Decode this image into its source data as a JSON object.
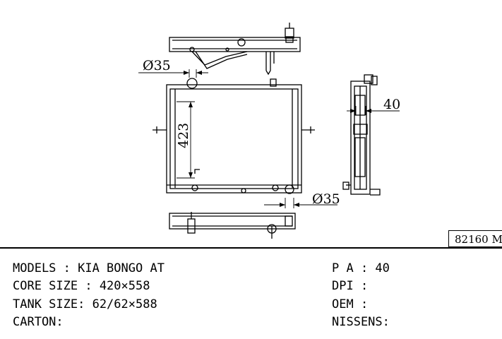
{
  "drawing": {
    "dim_diameter_top": "Ø35",
    "dim_diameter_bottom": "Ø35",
    "dim_height": "423",
    "dim_depth": "40"
  },
  "code_box": "82160 M",
  "specs": {
    "models": "MODELS : KIA BONGO AT",
    "core_size": "CORE SIZE : 420×558",
    "tank_size": "TANK SIZE: 62/62×588",
    "carton": "CARTON:",
    "pa": "P A : 40",
    "dpi": "DPI :",
    "oem": "OEM :",
    "nissens": "NISSENS:"
  }
}
